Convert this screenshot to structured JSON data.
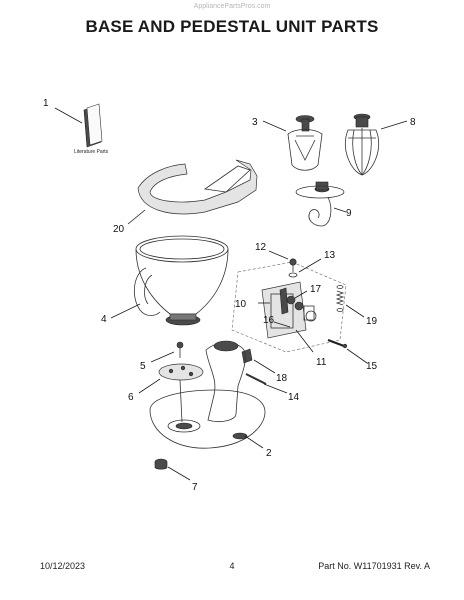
{
  "watermark": "AppliancePartsPros.com",
  "title": "BASE AND PEDESTAL UNIT PARTS",
  "literature_label": "Literature Parts",
  "callouts": [
    "1",
    "2",
    "3",
    "4",
    "5",
    "6",
    "7",
    "8",
    "9",
    "10",
    "11",
    "12",
    "13",
    "14",
    "15",
    "16",
    "17",
    "18",
    "19",
    "20"
  ],
  "footer": {
    "date": "10/12/2023",
    "page": "4",
    "part_no": "Part No.  W11701931  Rev.  A"
  }
}
